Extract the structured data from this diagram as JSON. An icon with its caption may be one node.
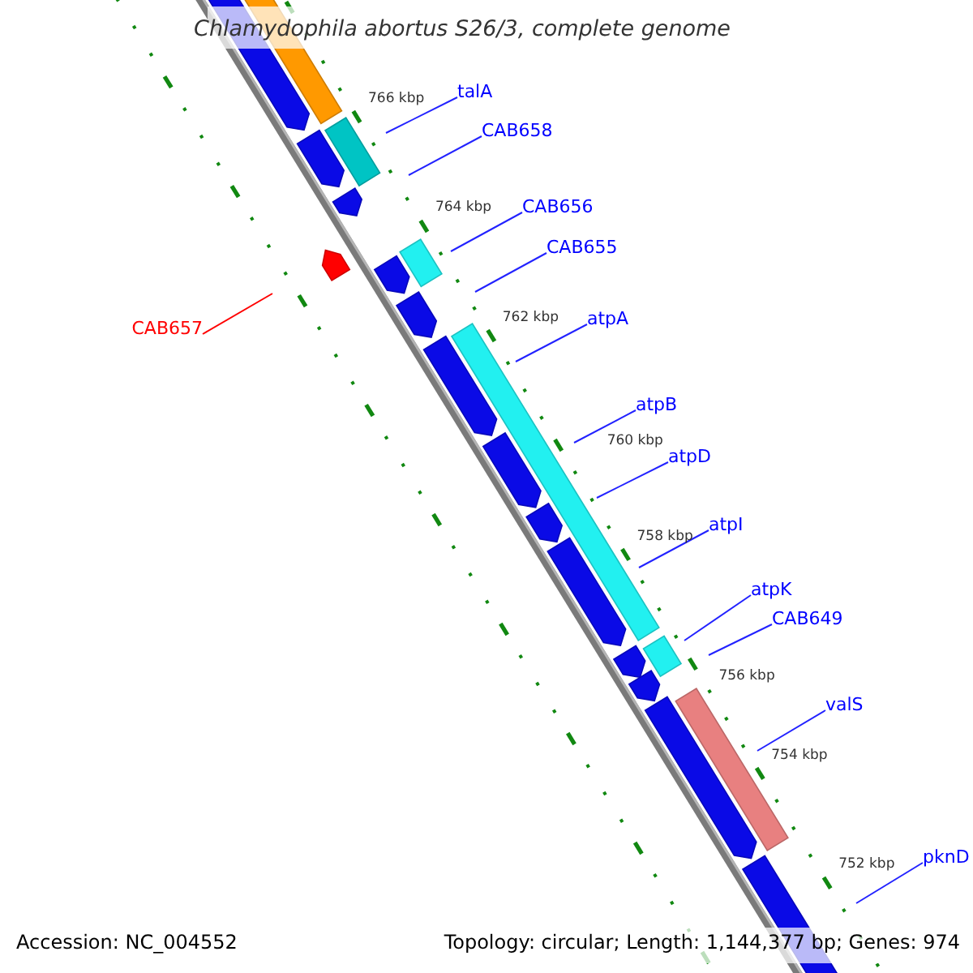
{
  "diagram": {
    "title": "Chlamydophila abortus S26/3, complete genome",
    "nodes": [
      {
        "text": [
          "talA"
        ]
      },
      {
        "text": [
          "CAB658"
        ]
      },
      {
        "text": [
          "CAB656"
        ]
      },
      {
        "text": [
          "CAB655"
        ]
      },
      {
        "text": [
          "atpA"
        ]
      },
      {
        "text": [
          "CAB657"
        ]
      },
      {
        "text": [
          "atpB"
        ]
      },
      {
        "text": [
          "atpD"
        ]
      },
      {
        "text": [
          "atpI"
        ]
      },
      {
        "text": [
          "atpK"
        ]
      },
      {
        "text": [
          "CAB649"
        ]
      },
      {
        "text": [
          "valS"
        ]
      },
      {
        "text": [
          "pknD"
        ]
      }
    ],
    "edges": [
      {
        "from": 0,
        "to": null,
        "arrow": "none"
      },
      {
        "from": 1,
        "to": null,
        "arrow": "none"
      },
      {
        "from": 2,
        "to": null,
        "arrow": "none"
      },
      {
        "from": 3,
        "to": null,
        "arrow": "none"
      },
      {
        "from": 4,
        "to": null,
        "arrow": "none"
      },
      {
        "from": 5,
        "to": null,
        "arrow": "none",
        "color": "#ff0000"
      },
      {
        "from": 6,
        "to": null,
        "arrow": "none"
      },
      {
        "from": 7,
        "to": null,
        "arrow": "none"
      },
      {
        "from": 8,
        "to": null,
        "arrow": "none"
      },
      {
        "from": 9,
        "to": null,
        "arrow": "none"
      },
      {
        "from": 10,
        "to": null,
        "arrow": "none"
      },
      {
        "from": 11,
        "to": null,
        "arrow": "none"
      },
      {
        "from": 12,
        "to": null,
        "arrow": "none"
      }
    ],
    "labels": [
      "766 kbp",
      "764 kbp",
      "762 kbp",
      "760 kbp",
      "758 kbp",
      "756 kbp",
      "754 kbp",
      "752 kbp",
      "Accession: NC_004552",
      "Topology: circular; Length: 1,144,377 bp; Genes: 974"
    ]
  }
}
